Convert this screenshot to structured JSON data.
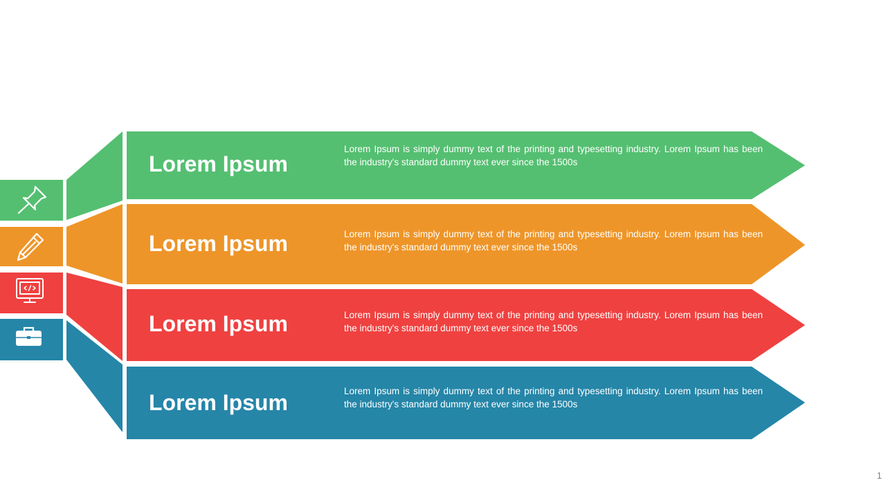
{
  "rows": [
    {
      "heading": "Lorem Ipsum",
      "body": "Lorem Ipsum is simply dummy text of the printing and typesetting industry. Lorem Ipsum has been the industry's standard dummy text ever since the 1500s",
      "icon": "pushpin-icon",
      "color": "#54bf71"
    },
    {
      "heading": "Lorem Ipsum",
      "body": "Lorem Ipsum is simply dummy text of the printing and typesetting industry. Lorem Ipsum has been the industry's standard dummy text ever since the 1500s",
      "icon": "pencil-icon",
      "color": "#ee9529"
    },
    {
      "heading": "Lorem Ipsum",
      "body": "Lorem Ipsum is simply dummy text of the printing and typesetting industry. Lorem Ipsum has been the industry's standard dummy text ever since the 1500s",
      "icon": "monitor-code-icon",
      "color": "#ef4140"
    },
    {
      "heading": "Lorem Ipsum",
      "body": "Lorem Ipsum is simply dummy text of the printing and typesetting industry. Lorem Ipsum has been the industry's standard dummy text ever since the 1500s",
      "icon": "briefcase-icon",
      "color": "#2586a8"
    }
  ],
  "page_number": "1"
}
